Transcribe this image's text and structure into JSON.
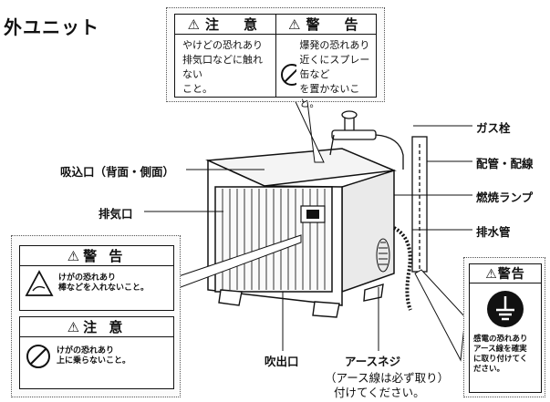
{
  "title": "外ユニット",
  "top_panel": {
    "caution": {
      "header": "注　意",
      "lines": [
        "やけどの恐れあり",
        "排気口などに触れない",
        "こと。"
      ]
    },
    "warning": {
      "header": "警　告",
      "lines": [
        "爆発の恐れあり",
        "近くにスプレー缶など",
        "を置かないこと。"
      ]
    }
  },
  "callouts": {
    "gas_valve": "ガス栓",
    "piping": "配管・配線",
    "combustion_lamp": "燃焼ランプ",
    "drain_pipe": "排水管",
    "intake": "吸込口（背面・側面）",
    "exhaust": "排気口",
    "outlet": "吹出口",
    "earth_screw": "アースネジ",
    "earth_note_1": "（アース線は必ず取り）",
    "earth_note_2": "付けてください。"
  },
  "left_panel": {
    "warning": {
      "header": "警 告",
      "lines": [
        "けがの恐れあり",
        "棒などを入れないこと。"
      ]
    },
    "caution": {
      "header": "注 意",
      "lines": [
        "けがの恐れあり",
        "上に乗らないこと。"
      ]
    }
  },
  "right_panel": {
    "warning": {
      "header": "警告",
      "lines": [
        "感電の恐れあり",
        "アース線を確実",
        "に取り付けてく",
        "ださい。"
      ]
    }
  },
  "icons": [
    "warning-triangle-icon",
    "prohibited-icon",
    "hand-caution-icon",
    "earth-ground-icon"
  ]
}
